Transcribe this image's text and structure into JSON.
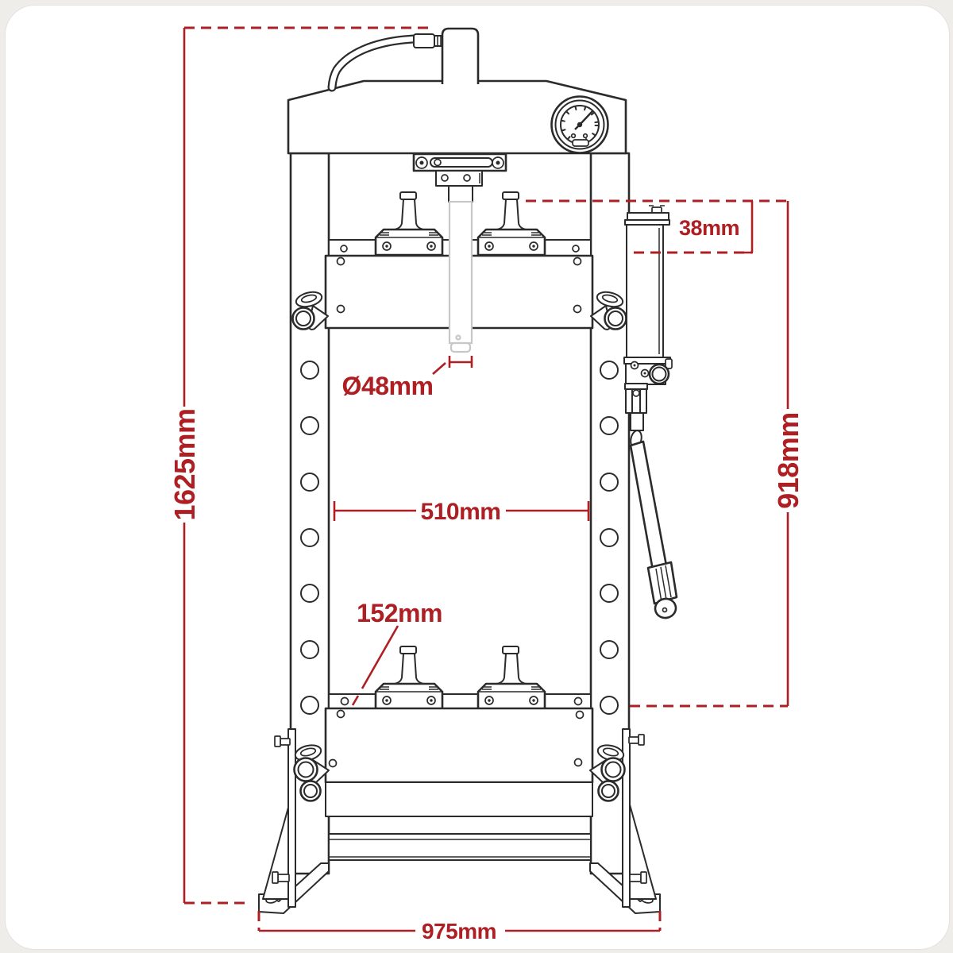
{
  "page": {
    "background": "#EFEDE9",
    "card_color": "#FFFFFF"
  },
  "colors": {
    "accent_red": "#AE1F24",
    "line_color": "#2B2B2B",
    "ghost_ram_gray": "#C7C7C7"
  },
  "diagram": {
    "type": "technical-dimension-drawing",
    "subject": "hydraulic shop press, front view",
    "labels": {
      "overall_height": "1625mm",
      "reservoir_offset": "38mm",
      "ram_diameter": "Ø48mm",
      "internal_width": "510mm",
      "bolster_detail": "152mm",
      "working_height": "918mm",
      "base_width": "975mm"
    }
  }
}
